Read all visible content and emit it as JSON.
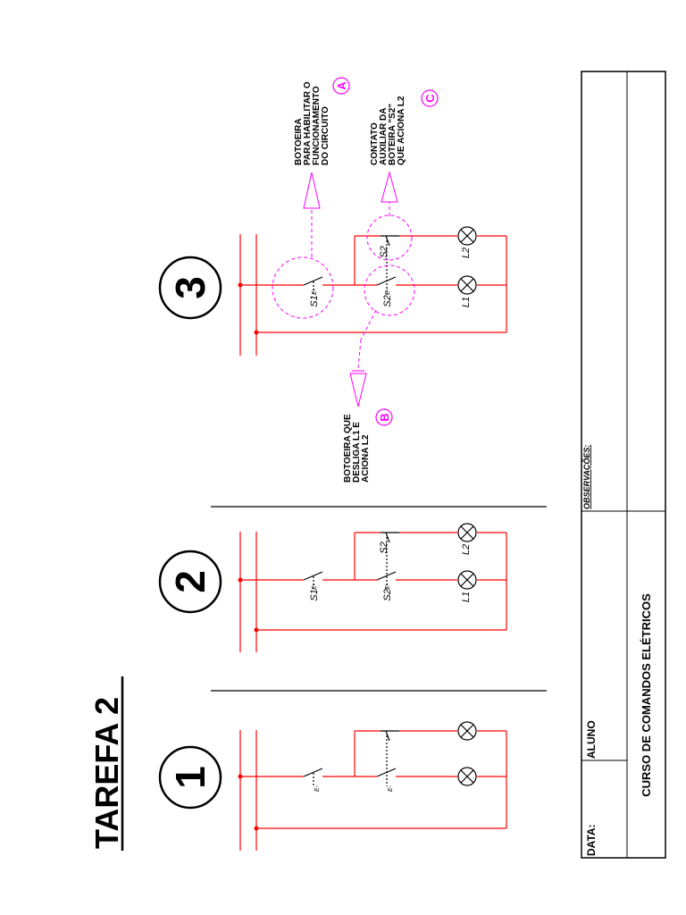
{
  "title": "TAREFA 2",
  "diagrams": {
    "d1": {
      "number": "1"
    },
    "d2": {
      "number": "2",
      "labels": {
        "s1": "S1",
        "s2": "S2",
        "s2_aux": "S2",
        "l1": "L1",
        "l2": "L2"
      }
    },
    "d3": {
      "number": "3",
      "labels": {
        "s1": "S1",
        "s2": "S2",
        "s2_aux": "S2",
        "l1": "L1",
        "l2": "L2"
      }
    }
  },
  "annotations": {
    "a": {
      "badge": "A",
      "lines": [
        "BOTOEIRA",
        "PARA HABILITAR O",
        "FUNCIONAMENTO",
        "DO CIRCUITO"
      ]
    },
    "b": {
      "badge": "B",
      "lines": [
        "BOTOEIRA QUE",
        "DESLIGA L1 E",
        "ACIONA L2"
      ]
    },
    "c": {
      "badge": "C",
      "lines": [
        "CONTATO",
        "AUXILIAR DA",
        "BOTEIRA \"S2\"",
        "QUE ACIONA L2"
      ]
    }
  },
  "title_block": {
    "date_label": "DATA:",
    "student_label": "ALUNO",
    "observations_label": "OBSERVAÇÕES:",
    "course": "CURSO DE COMANDOS ELÉTRICOS"
  },
  "colors": {
    "wire": "#ff0000",
    "annotation": "#ff00ff",
    "ink": "#000000"
  }
}
